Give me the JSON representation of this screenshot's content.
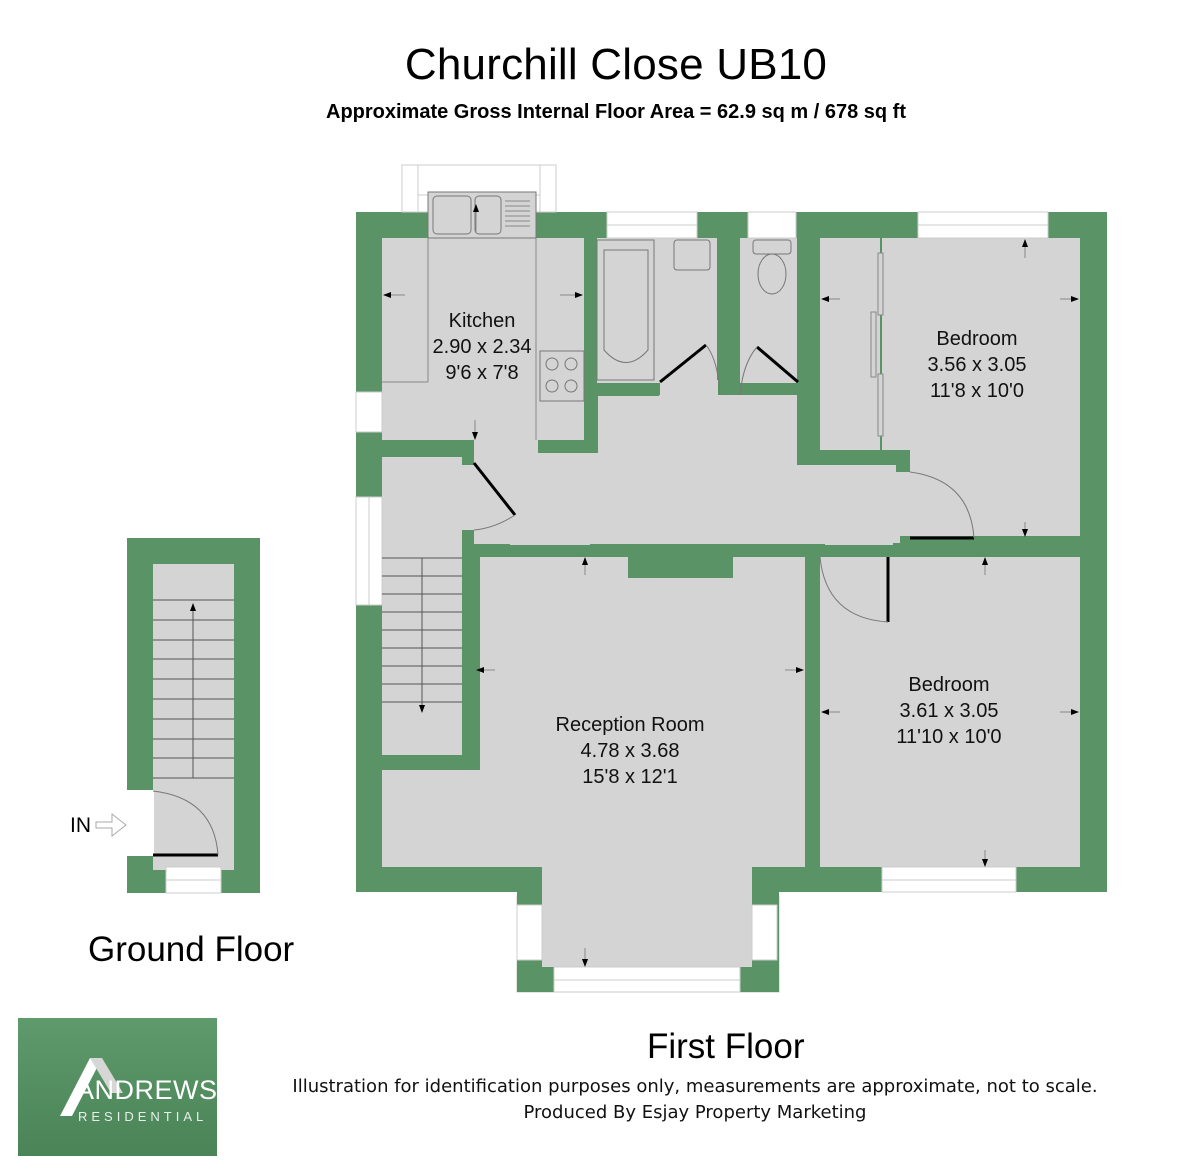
{
  "header": {
    "title": "Churchill Close UB10",
    "subtitle": "Approximate Gross Internal Floor Area = 62.9 sq m / 678 sq ft"
  },
  "colors": {
    "wall": "#5a9366",
    "floor": "#d4d4d4",
    "fixture_line": "#666666",
    "background": "#ffffff"
  },
  "ground_floor": {
    "label": "Ground Floor",
    "entrance_label": "IN",
    "icons": [
      "stairs-up-arrow-icon",
      "entrance-arrow-icon",
      "door-swing-icon"
    ]
  },
  "first_floor": {
    "label": "First Floor",
    "rooms": [
      {
        "name": "Kitchen",
        "metric": "2.90 x 2.34",
        "imperial": "9'6 x 7'8"
      },
      {
        "name": "Bedroom",
        "metric": "3.56 x 3.05",
        "imperial": "11'8 x 10'0"
      },
      {
        "name": "Bedroom",
        "metric": "3.61 x 3.05",
        "imperial": "11'10 x 10'0"
      },
      {
        "name": "Reception Room",
        "metric": "4.78 x 3.68",
        "imperial": "15'8 x 12'1"
      }
    ],
    "fixtures": [
      "double-sink-icon",
      "hob-icon",
      "bath-icon",
      "washbasin-icon",
      "toilet-icon",
      "wardrobe-icon",
      "stairs-down-arrow-icon"
    ]
  },
  "footer": {
    "disclaimer": "Illustration for identification purposes only, measurements are approximate, not to scale.",
    "producer": "Produced By Esjay Property Marketing"
  },
  "logo": {
    "brand": "ANDREWS",
    "sub": "RESIDENTIAL"
  }
}
